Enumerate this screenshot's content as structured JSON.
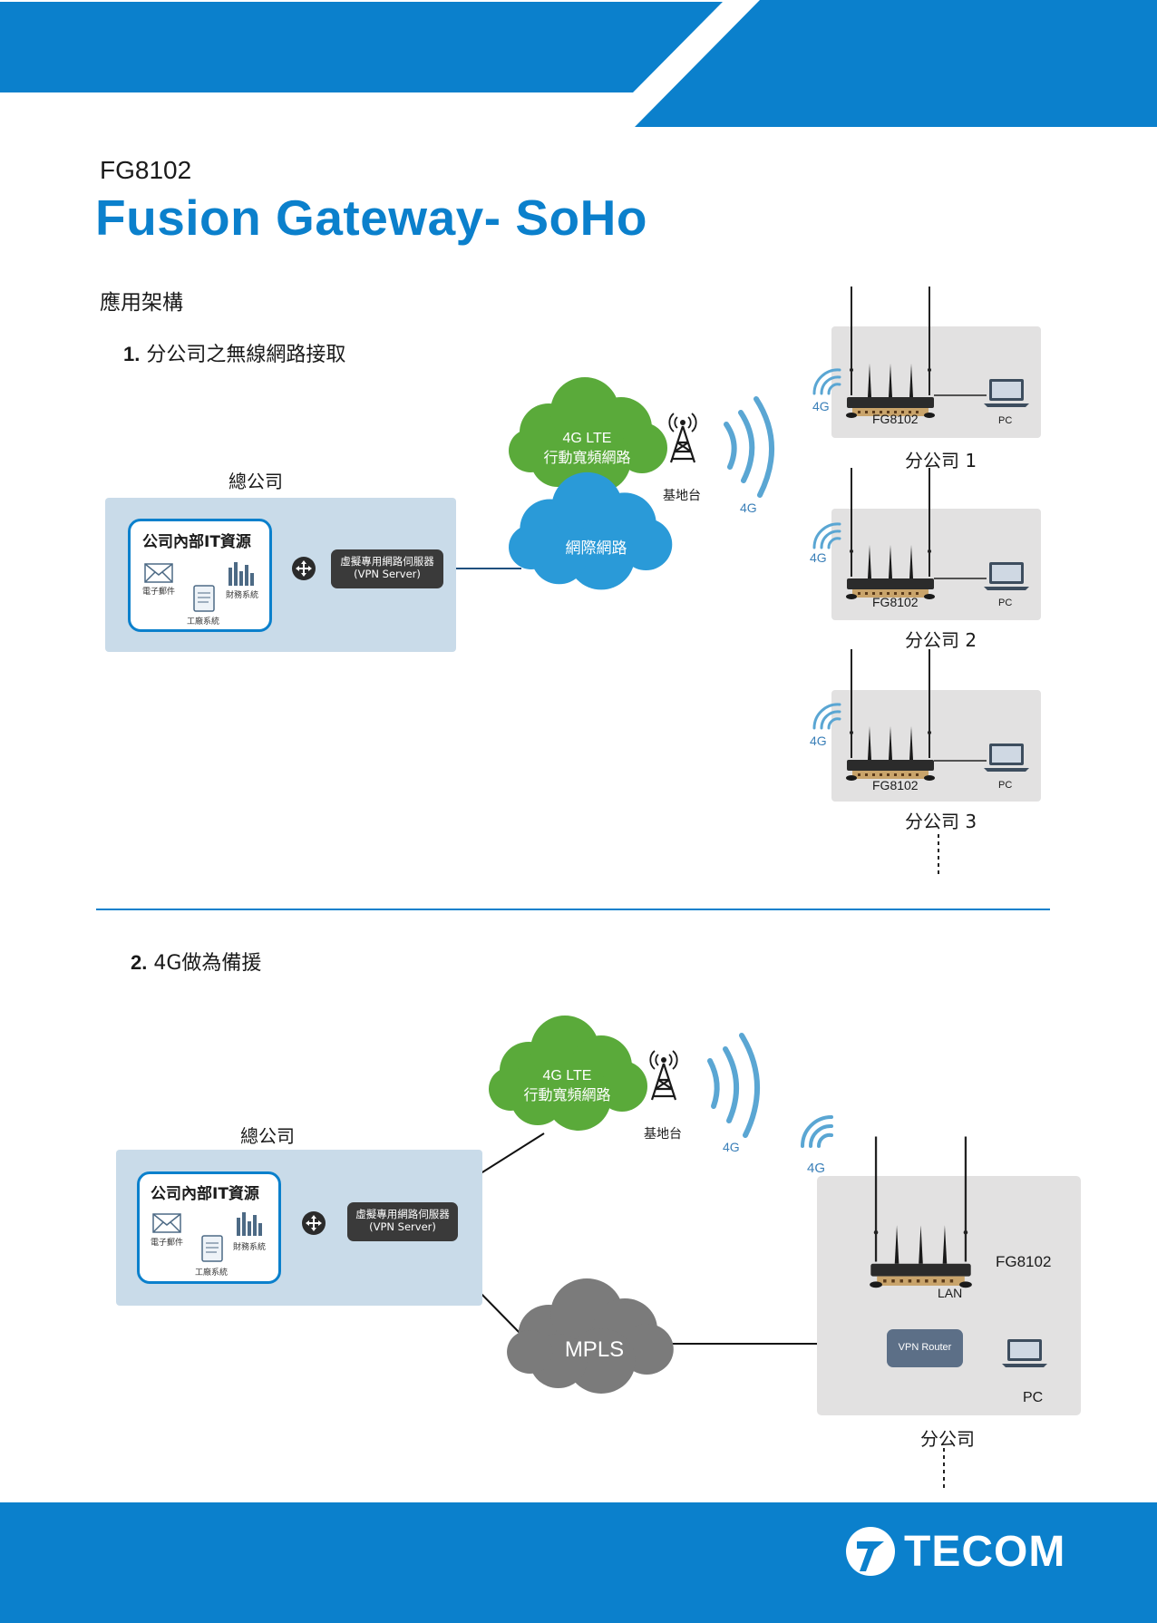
{
  "header": {
    "model": "FG8102",
    "title": "Fusion Gateway- SoHo"
  },
  "section_title": "應用架構",
  "colors": {
    "brand_blue": "#0b80cc",
    "cloud_green": "#5aaa3a",
    "cloud_blue": "#2a9ad8",
    "cloud_gray": "#7b7b7b",
    "wave_blue": "#5aa6d3"
  },
  "diagram1": {
    "number": "1.",
    "heading": "分公司之無線網路接取",
    "hq_label": "總公司",
    "it_title": "公司內部IT資源",
    "email": "電子郵件",
    "finance": "財務系統",
    "factory": "工廠系統",
    "vpn_line1": "虛擬專用網路伺服器",
    "vpn_line2": "(VPN Server)",
    "lte_line1": "4G LTE",
    "lte_line2": "行動寬頻網路",
    "internet": "網際網路",
    "base_station": "基地台",
    "signal": "4G",
    "branches": [
      {
        "device": "FG8102",
        "pc": "PC",
        "signal": "4G",
        "label": "分公司 1"
      },
      {
        "device": "FG8102",
        "pc": "PC",
        "signal": "4G",
        "label": "分公司 2"
      },
      {
        "device": "FG8102",
        "pc": "PC",
        "signal": "4G",
        "label": "分公司 3"
      }
    ]
  },
  "diagram2": {
    "number": "2.",
    "heading": "4G做為備援",
    "hq_label": "總公司",
    "it_title": "公司內部IT資源",
    "email": "電子郵件",
    "finance": "財務系統",
    "factory": "工廠系統",
    "vpn_line1": "虛擬專用網路伺服器",
    "vpn_line2": "(VPN Server)",
    "lte_line1": "4G LTE",
    "lte_line2": "行動寬頻網路",
    "base_station": "基地台",
    "signal_tower": "4G",
    "signal_branch": "4G",
    "mpls": "MPLS",
    "device": "FG8102",
    "lan": "LAN",
    "vpn_router": "VPN Router",
    "pc": "PC",
    "branch_label": "分公司"
  },
  "footer": {
    "brand": "TECOM",
    "logo_icon": "tecom-logo-icon"
  }
}
